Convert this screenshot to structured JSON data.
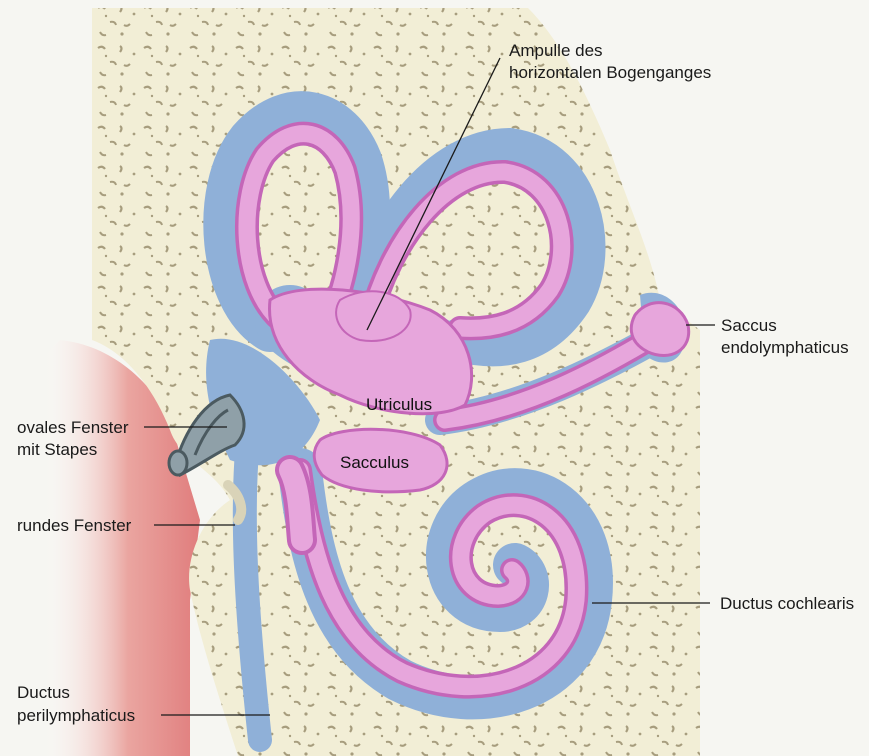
{
  "labels": {
    "ampulle_line1": "Ampulle des",
    "ampulle_line2": "horizontalen Bogenganges",
    "saccus_line1": "Saccus",
    "saccus_line2": "endolymphaticus",
    "utriculus": "Utriculus",
    "sacculus": "Sacculus",
    "ovales_line1": "ovales Fenster",
    "ovales_line2": "mit Stapes",
    "rundes": "rundes Fenster",
    "ductus_cochlearis": "Ductus cochlearis",
    "perilymph_line1": "Ductus",
    "perilymph_line2": "perilymphaticus"
  },
  "colors": {
    "bone": "#f2eed6",
    "bone_specks": "#9a8f6e",
    "perilymph_blue": "#8fb0d8",
    "endolymph_pink": "#e7a6dc",
    "endolymph_outline": "#c466b8",
    "red_tissue": "#e89090",
    "background_page": "#f7f7f4"
  }
}
